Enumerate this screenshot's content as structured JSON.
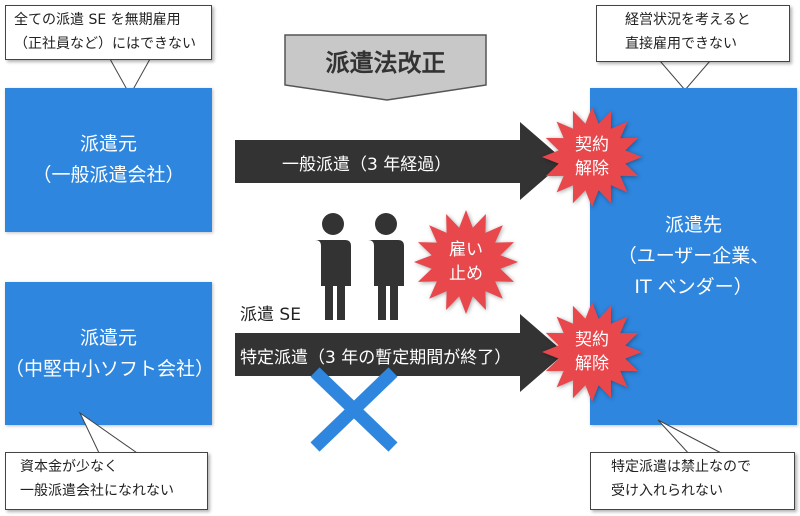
{
  "banner": "派遣法改正",
  "boxes": {
    "general_dispatch": [
      "派遣元",
      "（一般派遣会社）"
    ],
    "sme_dispatch": [
      "派遣元",
      "（中堅中小ソフト会社）"
    ],
    "destination": [
      "派遣先",
      "（ユーザー企業、",
      "IT ベンダー）"
    ]
  },
  "callouts": {
    "top_left": [
      "全ての派遣 SE を無期雇用",
      "（正社員など）にはできない"
    ],
    "top_right": [
      "経営状況を考えると",
      "直接雇用できない"
    ],
    "bottom_left": [
      "資本金が少なく",
      "一般派遣会社になれない"
    ],
    "bottom_right": [
      "特定派遣は禁止なので",
      "受け入れられない"
    ]
  },
  "arrows": {
    "general": "一般派遣（3 年経過）",
    "specific": "特定派遣（3 年の暫定期間が終了）"
  },
  "bursts": {
    "contract_end_1": [
      "契約",
      "解除"
    ],
    "layoff": [
      "雇い",
      "止め"
    ],
    "contract_end_2": [
      "契約",
      "解除"
    ]
  },
  "workers_label": "派遣 SE",
  "colors": {
    "blue": "#2e86de",
    "burst": "#e8474c",
    "arrow": "#333333",
    "banner": "#c8c8c8"
  }
}
